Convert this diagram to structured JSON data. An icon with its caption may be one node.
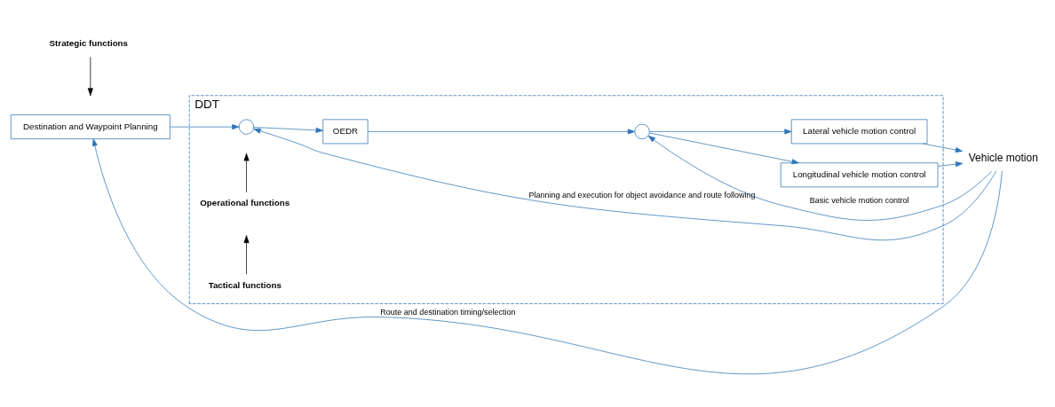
{
  "diagram": {
    "nodes": [
      {
        "text": [
          "DDT"
        ]
      },
      {
        "text": [
          "Destination and Waypoint Planning"
        ]
      },
      {
        "text": [],
        "shape": "circle",
        "in": 0
      },
      {
        "text": [
          "OEDR"
        ],
        "in": 0
      },
      {
        "text": [],
        "shape": "circle",
        "in": 0
      },
      {
        "text": [
          "Lateral vehicle motion control"
        ],
        "in": 0
      },
      {
        "text": [
          "Longitudinal vehicle motion control"
        ],
        "in": 0
      },
      {
        "text": [
          "Vehicle motion"
        ]
      },
      {
        "text": [
          "Operational functions"
        ],
        "in": 0
      },
      {
        "text": [
          "Tactical functions"
        ],
        "in": 0
      },
      {
        "text": [
          "Strategic functions"
        ]
      }
    ],
    "edges": [
      {
        "from": 1,
        "to": 2,
        "arrow": "to"
      },
      {
        "from": 2,
        "to": 3,
        "arrow": "to"
      },
      {
        "from": 3,
        "to": 4,
        "arrow": "to"
      },
      {
        "from": 4,
        "to": 5,
        "arrow": "to"
      },
      {
        "from": 4,
        "to": 6,
        "arrow": "to"
      },
      {
        "from": 5,
        "to": 7,
        "arrow": "to"
      },
      {
        "from": 6,
        "to": 7,
        "arrow": "to"
      },
      {
        "from": 7,
        "to": 4,
        "arrow": "to",
        "label": "Basic vehicle motion control"
      },
      {
        "from": 7,
        "to": 2,
        "arrow": "to",
        "label": "Planning and execution for object avoidance and route following"
      },
      {
        "from": 7,
        "to": 1,
        "arrow": "to",
        "label": "Route and destination timing/selection"
      },
      {
        "from": 8,
        "to": null,
        "arrow": "to",
        "color": "#000000"
      },
      {
        "from": 9,
        "to": null,
        "arrow": "to",
        "color": "#000000"
      },
      {
        "from": 10,
        "to": null,
        "arrow": "to",
        "color": "#000000"
      }
    ]
  }
}
